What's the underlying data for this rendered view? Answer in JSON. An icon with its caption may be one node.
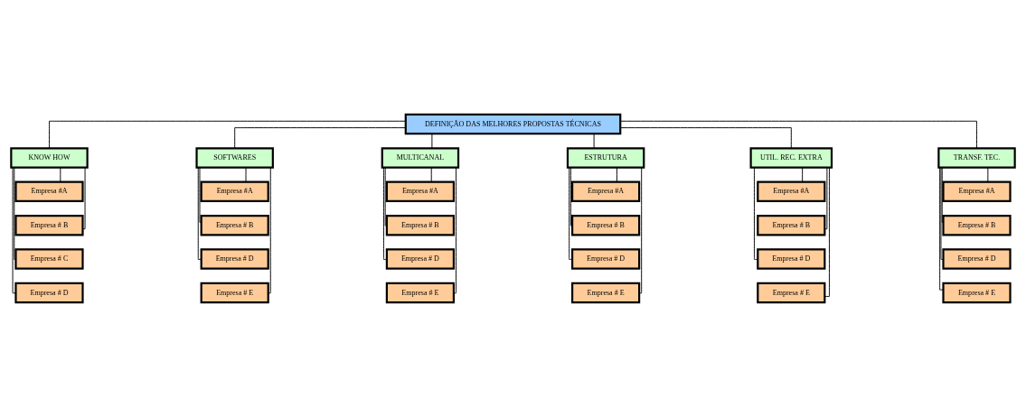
{
  "diagram": {
    "nodes": [
      {
        "text": [
          "DEFINIÇÃO DAS MELHORES PROPOSTAS TÉCNICAS"
        ]
      },
      {
        "text": [
          "KNOW HOW"
        ]
      },
      {
        "text": [
          "SOFTWARES"
        ]
      },
      {
        "text": [
          "MULTICANAL"
        ]
      },
      {
        "text": [
          "ESTRUTURA"
        ]
      },
      {
        "text": [
          "UTIL. REC. EXTRA"
        ]
      },
      {
        "text": [
          "TRANSF. TEC."
        ]
      },
      {
        "text": [
          "Empresa #A"
        ]
      },
      {
        "text": [
          "Empresa # B"
        ]
      },
      {
        "text": [
          "Empresa # C"
        ]
      },
      {
        "text": [
          "Empresa # D"
        ]
      },
      {
        "text": [
          "Empresa #A"
        ]
      },
      {
        "text": [
          "Empresa # B"
        ]
      },
      {
        "text": [
          "Empresa # D"
        ]
      },
      {
        "text": [
          "Empresa # E"
        ]
      },
      {
        "text": [
          "Empresa #A"
        ]
      },
      {
        "text": [
          "Empresa # B"
        ]
      },
      {
        "text": [
          "Empresa # D"
        ]
      },
      {
        "text": [
          "Empresa # E"
        ]
      },
      {
        "text": [
          "Empresa #A"
        ]
      },
      {
        "text": [
          "Empresa # B"
        ]
      },
      {
        "text": [
          "Empresa # D"
        ]
      },
      {
        "text": [
          "Empresa # E"
        ]
      },
      {
        "text": [
          "Empresa #A"
        ]
      },
      {
        "text": [
          "Empresa # B"
        ]
      },
      {
        "text": [
          "Empresa # D"
        ]
      },
      {
        "text": [
          "Empresa # E"
        ]
      },
      {
        "text": [
          "Empresa #A"
        ]
      },
      {
        "text": [
          "Empresa # B"
        ]
      },
      {
        "text": [
          "Empresa # D"
        ]
      },
      {
        "text": [
          "Empresa # E"
        ]
      }
    ],
    "edges": [
      {
        "from": 0,
        "to": 1,
        "arrow": "none"
      },
      {
        "from": 0,
        "to": 2,
        "arrow": "none"
      },
      {
        "from": 0,
        "to": 3,
        "arrow": "none"
      },
      {
        "from": 0,
        "to": 4,
        "arrow": "none"
      },
      {
        "from": 0,
        "to": 5,
        "arrow": "none"
      },
      {
        "from": 0,
        "to": 6,
        "arrow": "none"
      },
      {
        "from": 1,
        "to": 7,
        "arrow": "none"
      },
      {
        "from": 1,
        "to": 8,
        "arrow": "none"
      },
      {
        "from": 1,
        "to": 9,
        "arrow": "none"
      },
      {
        "from": 1,
        "to": 10,
        "arrow": "none"
      },
      {
        "from": 2,
        "to": 11,
        "arrow": "none"
      },
      {
        "from": 2,
        "to": 12,
        "arrow": "none"
      },
      {
        "from": 2,
        "to": 13,
        "arrow": "none"
      },
      {
        "from": 2,
        "to": 14,
        "arrow": "none"
      },
      {
        "from": 3,
        "to": 15,
        "arrow": "none"
      },
      {
        "from": 3,
        "to": 16,
        "arrow": "none"
      },
      {
        "from": 3,
        "to": 17,
        "arrow": "none"
      },
      {
        "from": 3,
        "to": 18,
        "arrow": "none"
      },
      {
        "from": 4,
        "to": 19,
        "arrow": "none"
      },
      {
        "from": 4,
        "to": 20,
        "arrow": "none"
      },
      {
        "from": 4,
        "to": 21,
        "arrow": "none"
      },
      {
        "from": 4,
        "to": 22,
        "arrow": "none"
      },
      {
        "from": 5,
        "to": 23,
        "arrow": "none"
      },
      {
        "from": 5,
        "to": 24,
        "arrow": "none"
      },
      {
        "from": 5,
        "to": 25,
        "arrow": "none"
      },
      {
        "from": 5,
        "to": 26,
        "arrow": "none"
      },
      {
        "from": 6,
        "to": 27,
        "arrow": "none"
      },
      {
        "from": 6,
        "to": 28,
        "arrow": "none"
      },
      {
        "from": 6,
        "to": 29,
        "arrow": "none"
      },
      {
        "from": 6,
        "to": 30,
        "arrow": "none"
      }
    ]
  }
}
